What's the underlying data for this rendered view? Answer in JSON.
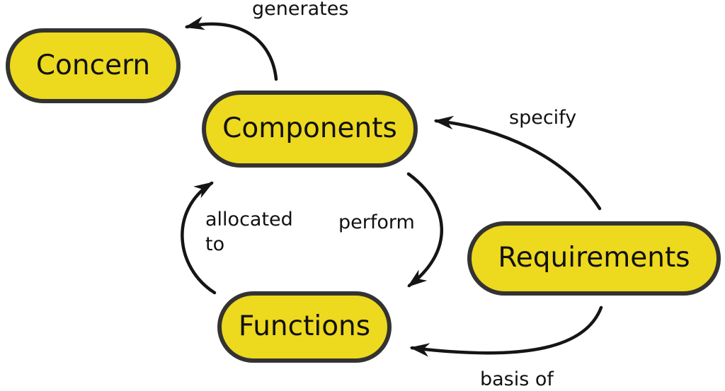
{
  "title": "Concept relationship diagram",
  "palette": {
    "background": "#ffffff",
    "node_fill": "#EDD91E",
    "node_border": "#333333",
    "arrow": "#151515",
    "text": "#111111"
  },
  "nodes": [
    {
      "id": "concern",
      "label": "Concern"
    },
    {
      "id": "components",
      "label": "Components"
    },
    {
      "id": "requirements",
      "label": "Requirements"
    },
    {
      "id": "functions",
      "label": "Functions"
    }
  ],
  "edges": [
    {
      "label": "generates",
      "from": "components",
      "to": "concern"
    },
    {
      "label": "specify",
      "from": "requirements",
      "to": "components"
    },
    {
      "label": "perform",
      "from": "components",
      "to": "functions"
    },
    {
      "label": "allocated to",
      "from": "functions",
      "to": "components"
    },
    {
      "label": "basis of",
      "from": "requirements",
      "to": "functions"
    }
  ]
}
